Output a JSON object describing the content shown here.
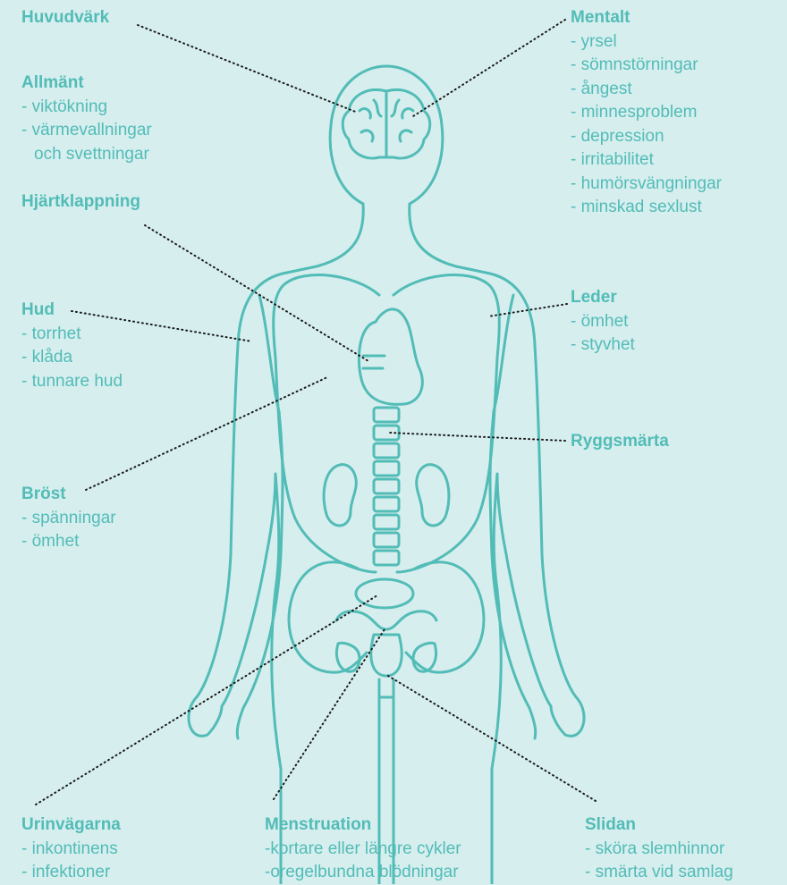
{
  "colors": {
    "background": "#d6eeee",
    "accent": "#52bcb7",
    "leader": "#1a1a1a"
  },
  "labels": {
    "huvudvark": {
      "title": "Huvudvärk"
    },
    "allmant": {
      "title": "Allmänt",
      "items": [
        "- viktökning",
        "- värmevallningar",
        "och svettningar"
      ]
    },
    "hjartklappning": {
      "title": "Hjärtklappning"
    },
    "hud": {
      "title": "Hud",
      "items": [
        "- torrhet",
        "- klåda",
        "- tunnare hud"
      ]
    },
    "brost": {
      "title": "Bröst",
      "items": [
        "- spänningar",
        "- ömhet"
      ]
    },
    "mentalt": {
      "title": "Mentalt",
      "items": [
        "- yrsel",
        "- sömnstörningar",
        "- ångest",
        "- minnesproblem",
        "- depression",
        "- irritabilitet",
        "- humörsvängningar",
        "- minskad sexlust"
      ]
    },
    "leder": {
      "title": "Leder",
      "items": [
        "- ömhet",
        "- styvhet"
      ]
    },
    "ryggsmarta": {
      "title": "Ryggsmärta"
    },
    "urinvagarna": {
      "title": "Urinvägarna",
      "items": [
        "- inkontinens",
        "- infektioner"
      ]
    },
    "menstruation": {
      "title": "Menstruation",
      "items": [
        "-kortare eller längre cykler",
        "-oregelbundna blödningar"
      ]
    },
    "slidan": {
      "title": "Slidan",
      "items": [
        "- sköra slemhinnor",
        "- smärta vid samlag"
      ]
    }
  }
}
